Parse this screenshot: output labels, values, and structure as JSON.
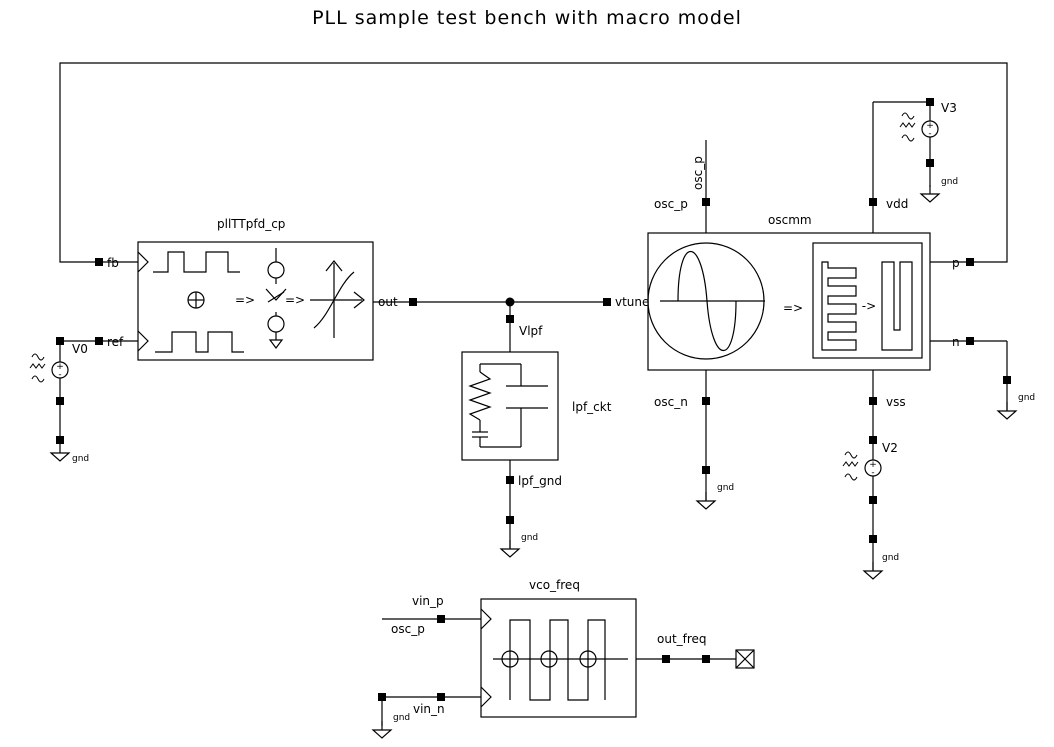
{
  "title": "PLL sample test bench with macro model",
  "blocks": {
    "pfd": {
      "name": "pllTTpfd_cp",
      "pins": {
        "fb": "fb",
        "ref": "ref",
        "out": "out"
      },
      "arrows": [
        "=>",
        "=>"
      ]
    },
    "lpf": {
      "name": "lpf_ckt",
      "pins": {
        "vlpf": "Vlpf",
        "gnd": "lpf_gnd"
      }
    },
    "osc": {
      "name": "oscmm",
      "pins": {
        "vtune": "vtune",
        "osc_p": "osc_p",
        "osc_n": "osc_n",
        "vdd": "vdd",
        "vss": "vss",
        "p": "p",
        "n": "n"
      },
      "arrows": [
        "=>",
        "->"
      ]
    },
    "vco": {
      "name": "vco_freq",
      "pins": {
        "vin_p": "vin_p",
        "vin_n": "vin_n",
        "out": "out_freq"
      }
    }
  },
  "nets": {
    "osc_p_wire": "osc_p",
    "osc_p_input": "osc_p"
  },
  "sources": {
    "v0": "V0",
    "v2": "V2",
    "v3": "V3"
  },
  "ground_label": "gnd"
}
